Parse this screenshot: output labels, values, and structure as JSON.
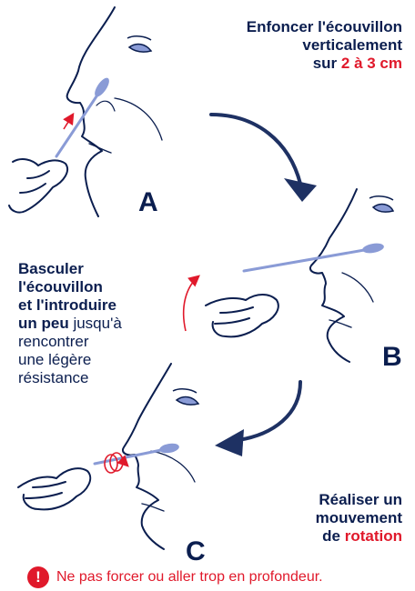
{
  "steps": {
    "a": {
      "label": "A"
    },
    "b": {
      "label": "B"
    },
    "c": {
      "label": "C"
    }
  },
  "instructions": {
    "step_a": {
      "line1": "Enfoncer l'écouvillon",
      "line2": "verticalement",
      "line3_prefix": "sur ",
      "line3_highlight": "2 à 3 cm"
    },
    "step_b": {
      "bold1": "Basculer",
      "bold2": "l'écouvillon",
      "bold3": "et l'introduire",
      "bold4": "un peu",
      "rest4": " jusqu'à",
      "line5": "rencontrer",
      "line6": "une légère",
      "line7": "résistance"
    },
    "step_c": {
      "line1": "Réaliser un",
      "line2": "mouvement",
      "line3_prefix": "de ",
      "line3_highlight": "rotation"
    }
  },
  "warning": {
    "icon": "exclamation-icon",
    "glyph": "!",
    "text": "Ne pas forcer ou aller trop en profondeur."
  },
  "colors": {
    "navy": "#0b1e4f",
    "red": "#e0192b",
    "swab": "#8a9bd6"
  }
}
